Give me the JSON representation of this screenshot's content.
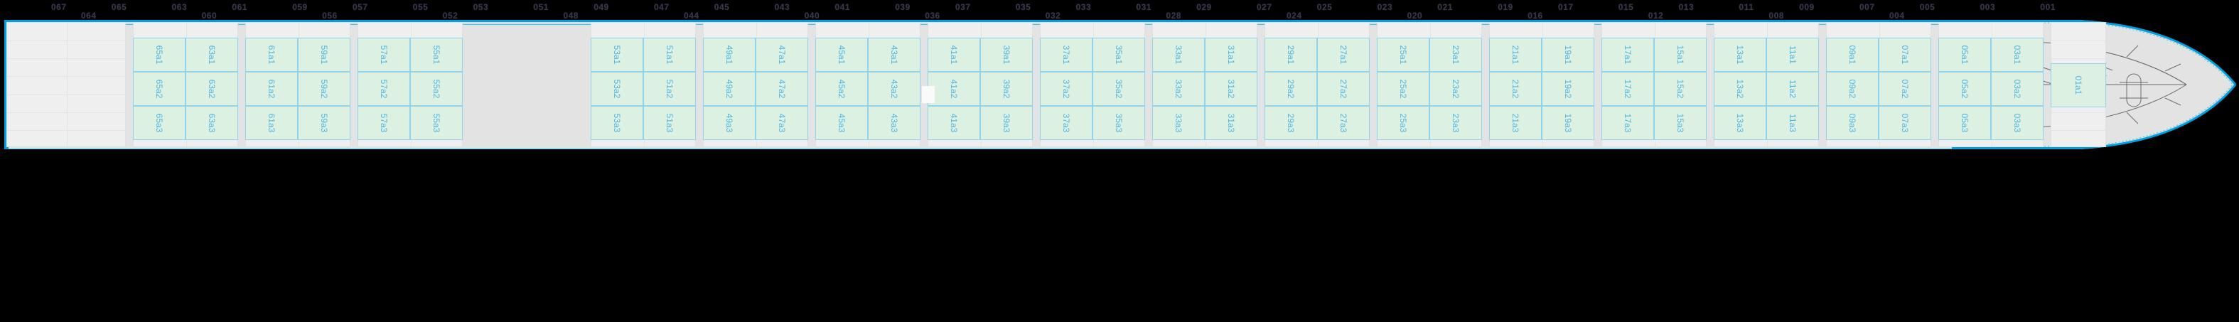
{
  "view": {
    "kind": "ship-deck-stowage-plan",
    "orientation": "bow-right",
    "background_color": "#000000",
    "hull_fill": "#dedede",
    "hull_outline_color": "#00a0e0",
    "slot_fill": "#ddf1e3",
    "slot_border": "#8fd4ee",
    "slot_label_color": "#4fb4e0",
    "empty_cell_fill": "#efefef",
    "bay_label_color": "#3a3a3a"
  },
  "bay_labels": {
    "odd_row": [
      "067",
      "065",
      "063",
      "061",
      "059",
      "057",
      "055",
      "053",
      "051",
      "049",
      "047",
      "045",
      "043",
      "041",
      "039",
      "037",
      "035",
      "033",
      "031",
      "029",
      "027",
      "025",
      "023",
      "021",
      "019",
      "017",
      "015",
      "013",
      "011",
      "009",
      "007",
      "005",
      "003",
      "001"
    ],
    "even_row": [
      "064",
      "060",
      "056",
      "052",
      "048",
      "044",
      "040",
      "036",
      "032",
      "028",
      "024",
      "020",
      "016",
      "012",
      "008",
      "004"
    ]
  },
  "tier_suffixes": [
    "a1",
    "a2",
    "a3"
  ],
  "columns": [
    {
      "name": "group-empty-left",
      "slots": [],
      "empty": true
    },
    {
      "name": "bay-65-63",
      "slots": [
        "65",
        "63"
      ]
    },
    {
      "name": "bay-61-59",
      "slots": [
        "61",
        "59"
      ]
    },
    {
      "name": "bay-57-55",
      "slots": [
        "57",
        "55"
      ]
    },
    {
      "name": "gap-hold",
      "slots": [],
      "empty": true
    },
    {
      "name": "bay-53-51",
      "slots": [
        "53",
        "51"
      ]
    },
    {
      "name": "bay-49-47",
      "slots": [
        "49",
        "47"
      ]
    },
    {
      "name": "bay-45-43",
      "slots": [
        "45",
        "43"
      ]
    },
    {
      "name": "bay-41-39",
      "slots": [
        "41",
        "39"
      ]
    },
    {
      "name": "bay-37-35",
      "slots": [
        "37",
        "35"
      ]
    },
    {
      "name": "bay-33-31",
      "slots": [
        "33",
        "31"
      ]
    },
    {
      "name": "bay-29-27",
      "slots": [
        "29",
        "27"
      ]
    },
    {
      "name": "bay-25-23",
      "slots": [
        "25",
        "23"
      ]
    },
    {
      "name": "bay-21-19",
      "slots": [
        "21",
        "19"
      ]
    },
    {
      "name": "bay-17-15",
      "slots": [
        "17",
        "15"
      ]
    },
    {
      "name": "bay-13-11",
      "slots": [
        "13",
        "11"
      ]
    },
    {
      "name": "bay-09-07",
      "slots": [
        "09",
        "07"
      ]
    },
    {
      "name": "bay-05-03",
      "slots": [
        "05",
        "03"
      ]
    },
    {
      "name": "bay-01",
      "slots": [
        "01"
      ],
      "tiers": 1
    }
  ],
  "bow_detail": {
    "name": "bow-deck-equipment",
    "elements": [
      "mooring-winch",
      "mooring-winch",
      "windlass",
      "anchor-chain-stopper",
      "bollard",
      "forecastle-outline",
      "hatch-circle"
    ]
  }
}
